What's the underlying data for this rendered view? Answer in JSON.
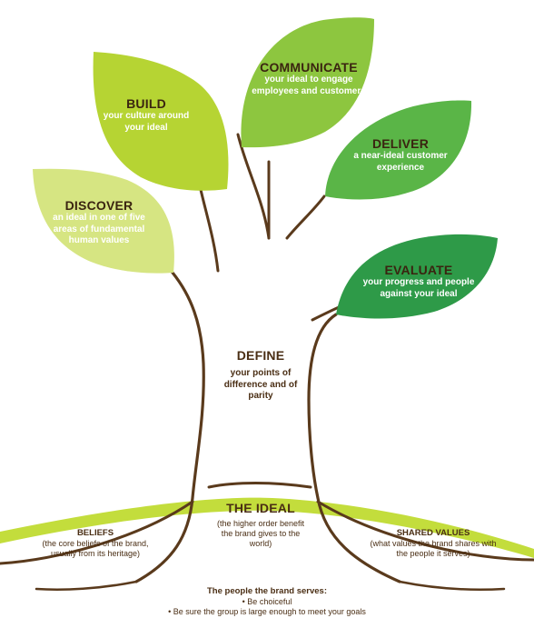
{
  "nodes": {
    "communicate": {
      "title": "COMMUNICATE",
      "text": "your ideal to engage employees and customers"
    },
    "build": {
      "title": "BUILD",
      "text": "your culture around your ideal"
    },
    "deliver": {
      "title": "DELIVER",
      "text": "a near-ideal customer experience"
    },
    "discover": {
      "title": "DISCOVER",
      "text": "an ideal in one of five areas of fundamental human values"
    },
    "evaluate": {
      "title": "EVALUATE",
      "text": "your progress and people against your ideal"
    },
    "define": {
      "title": "DEFINE",
      "text": "your points of difference and of parity"
    },
    "ideal": {
      "title": "THE IDEAL",
      "text": "(the higher order benefit the brand gives to the world)"
    },
    "beliefs": {
      "title": "BELIEFS",
      "text": "(the core beliefs of the brand, usually from its heritage)"
    },
    "shared": {
      "title": "SHARED VALUES",
      "text": "(what values the brand shares with the people it serves)"
    }
  },
  "footer": {
    "title": "The people the brand serves:",
    "bullets": [
      "• Be choiceful",
      "• Be sure the group is large enough to meet your goals"
    ]
  },
  "colors": {
    "communicate": "#8dc63f",
    "build": "#b6d433",
    "deliver": "#5ab547",
    "discover": "#d6e582",
    "evaluate": "#2e9a48",
    "ground": "#c3dd3c",
    "trunk": "#5a3a1c"
  }
}
